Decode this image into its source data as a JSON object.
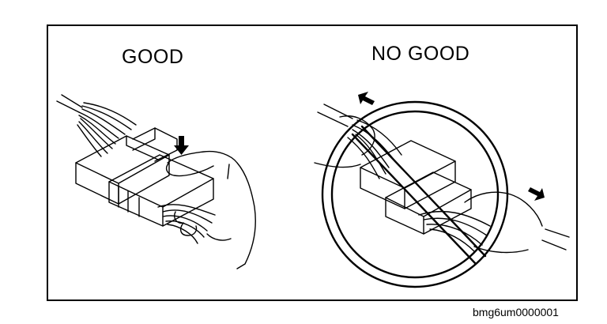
{
  "labels": {
    "good": "GOOD",
    "no_good": "NO GOOD"
  },
  "figure_code": "bmg6um0000001",
  "icons": {
    "push_arrow": "arrow-down-icon",
    "pull_arrows": "double-arrow-icon",
    "prohibition": "prohibition-sign-icon"
  },
  "colors": {
    "ink": "#000000",
    "paper": "#ffffff"
  }
}
